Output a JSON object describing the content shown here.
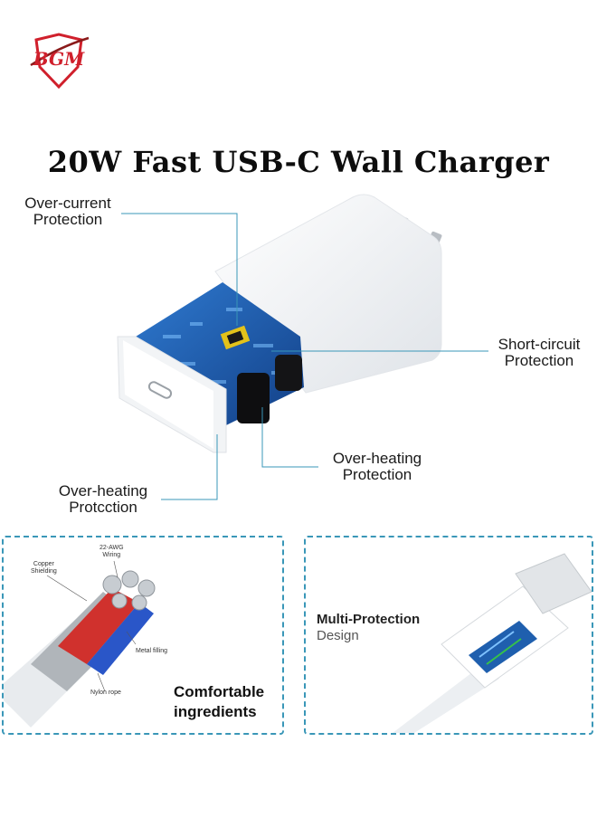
{
  "logo": {
    "text": "BGM",
    "color": "#d0202c"
  },
  "title": "20W Fast USB-C Wall Charger",
  "callouts": {
    "over_current": [
      "Over-current",
      "Protection"
    ],
    "short_circuit": [
      "Short-circuit",
      "Protection"
    ],
    "over_heating_right": [
      "Over-heating",
      "Protection"
    ],
    "over_heating_left": [
      "Over-heating",
      "Protcction"
    ]
  },
  "cable_panel": {
    "labels": {
      "copper": [
        "Copper",
        "Shielding"
      ],
      "wiring": [
        "22-AWG",
        "Wiring"
      ],
      "metal": "Metal filling",
      "nylon": "Nylon rope"
    },
    "caption": [
      "Comfortable",
      "ingredients"
    ]
  },
  "connector_panel": {
    "title": "Multi-Protection",
    "subtitle": "Design"
  },
  "colors": {
    "accent_line": "#3a97b8",
    "pcb": "#1f5fae",
    "chip": "#e3c21a"
  }
}
